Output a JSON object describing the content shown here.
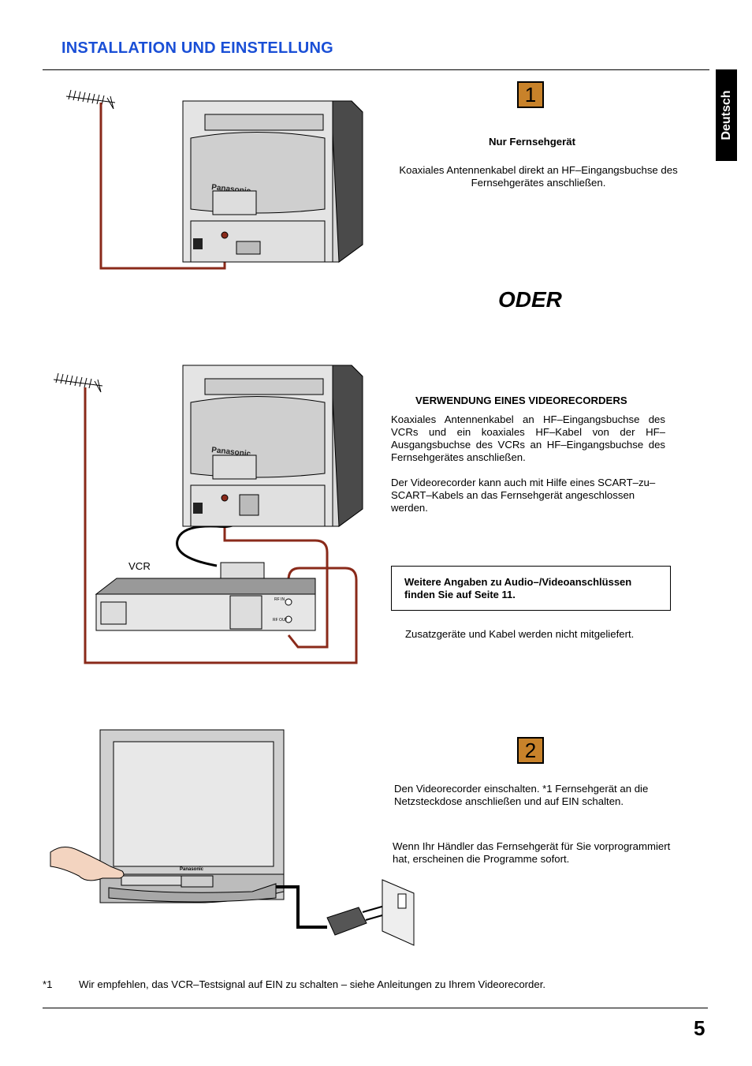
{
  "header": {
    "title": "INSTALLATION UND EINSTELLUNG",
    "language_tab": "Deutsch"
  },
  "step1": {
    "number": "1",
    "heading": "Nur Fernsehgerät",
    "text": "Koaxiales Antennenkabel direkt an HF–Eingangsbuchse des Fernsehgerätes anschließen."
  },
  "separator": "ODER",
  "vcr_section": {
    "heading": "VERWENDUNG EINES VIDEORECORDERS",
    "paragraph1": "Koaxiales Antennenkabel an HF–Eingangsbuchse des VCRs und ein koaxiales HF–Kabel von der HF–Ausgangsbuchse des VCRs an HF–Eingangsbuchse des Fernsehgerätes anschließen.",
    "paragraph2": "Der Videorecorder kann auch mit Hilfe eines SCART–zu–SCART–Kabels an das Fernsehgerät angeschlossen werden.",
    "note_box": "Weitere Angaben zu Audio–/Videoanschlüssen finden Sie auf Seite 11.",
    "accessories": "Zusatzgeräte und Kabel werden nicht mitgeliefert.",
    "vcr_label": "VCR",
    "rf_in_label": "RF IN",
    "rf_out_label": "RF OUT"
  },
  "step2": {
    "number": "2",
    "text1": "Den Videorecorder einschalten. *1 Fernsehgerät an die Netzsteckdose anschließen und auf EIN schalten.",
    "text2": "Wenn Ihr Händler das Fernsehgerät für Sie vorprogrammiert hat, erscheinen die Programme sofort."
  },
  "brand": "Panasonic",
  "footnote": {
    "marker": "*1",
    "text": "Wir empfehlen, das VCR–Testsignal auf EIN zu schalten – siehe Anleitungen zu Ihrem Videorecorder."
  },
  "page_number": "5",
  "colors": {
    "title": "#1a4fd6",
    "step_box": "#c8822a",
    "cable": "#8a2a1a"
  }
}
